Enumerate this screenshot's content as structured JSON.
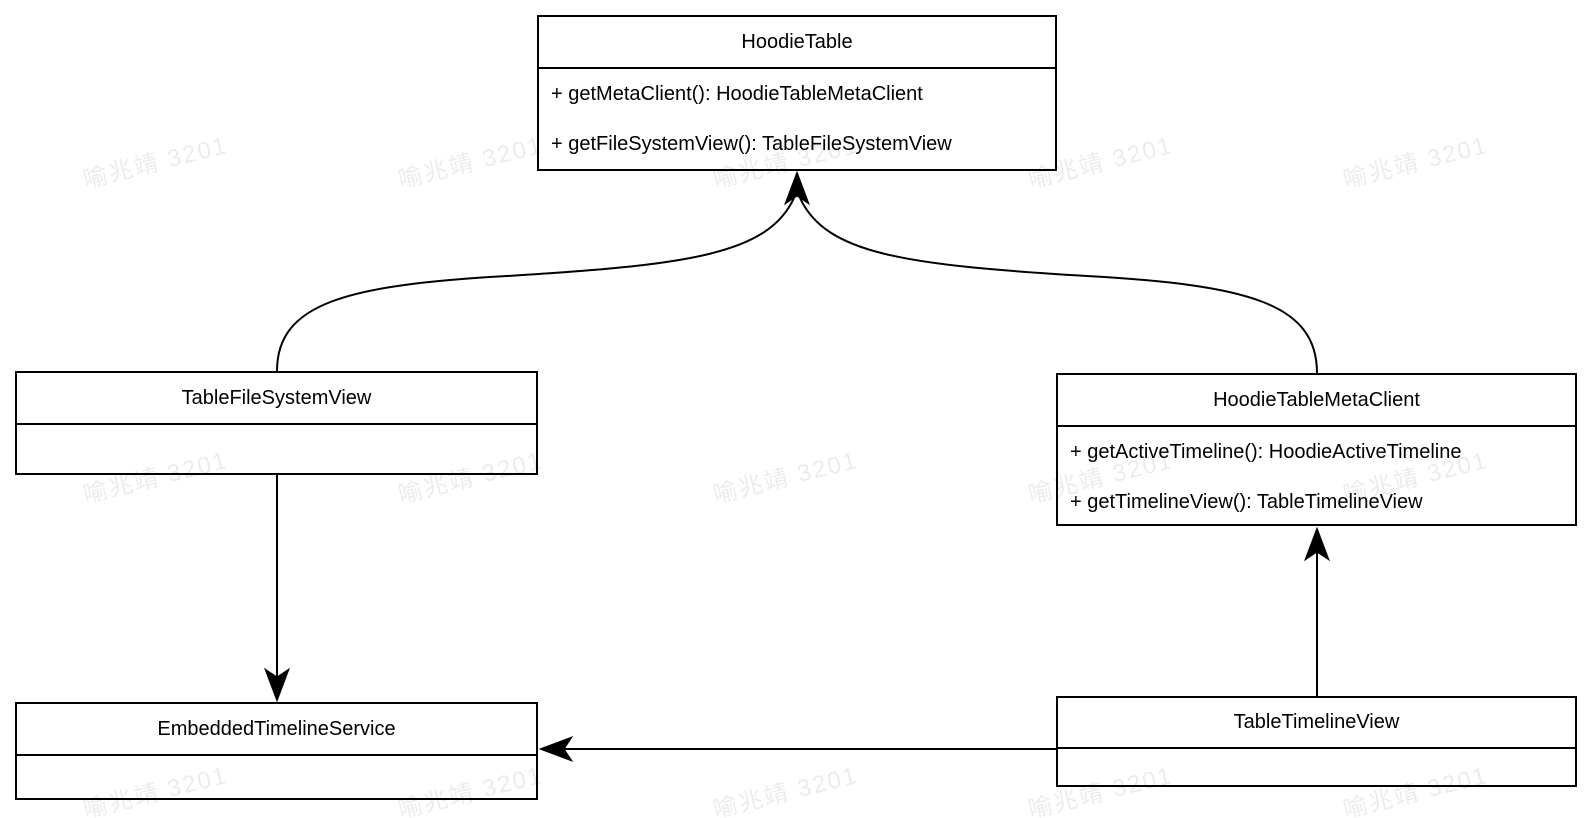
{
  "diagram": {
    "type": "uml-class-diagram",
    "colors": {
      "background": "#ffffff",
      "stroke": "#000000",
      "watermark": "rgba(0,0,0,0.08)"
    },
    "watermark": {
      "text": "喻兆靖 3201"
    },
    "classes": {
      "hoodieTable": {
        "name": "HoodieTable",
        "members": [
          "+ getMetaClient(): HoodieTableMetaClient",
          "+ getFileSystemView(): TableFileSystemView"
        ]
      },
      "tableFileSystemView": {
        "name": "TableFileSystemView",
        "members": []
      },
      "hoodieTableMetaClient": {
        "name": "HoodieTableMetaClient",
        "members": [
          "+ getActiveTimeline(): HoodieActiveTimeline",
          "+ getTimelineView(): TableTimelineView"
        ]
      },
      "embeddedTimelineService": {
        "name": "EmbeddedTimelineService",
        "members": []
      },
      "tableTimelineView": {
        "name": "TableTimelineView",
        "members": []
      }
    },
    "edges": [
      {
        "from": "TableFileSystemView",
        "to": "HoodieTable",
        "shape": "curved",
        "arrowhead": "filled"
      },
      {
        "from": "HoodieTableMetaClient",
        "to": "HoodieTable",
        "shape": "curved",
        "arrowhead": "filled"
      },
      {
        "from": "TableFileSystemView",
        "to": "EmbeddedTimelineService",
        "shape": "straight",
        "arrowhead": "filled"
      },
      {
        "from": "TableTimelineView",
        "to": "HoodieTableMetaClient",
        "shape": "straight",
        "arrowhead": "filled"
      },
      {
        "from": "TableTimelineView",
        "to": "EmbeddedTimelineService",
        "shape": "straight",
        "arrowhead": "filled"
      }
    ]
  }
}
